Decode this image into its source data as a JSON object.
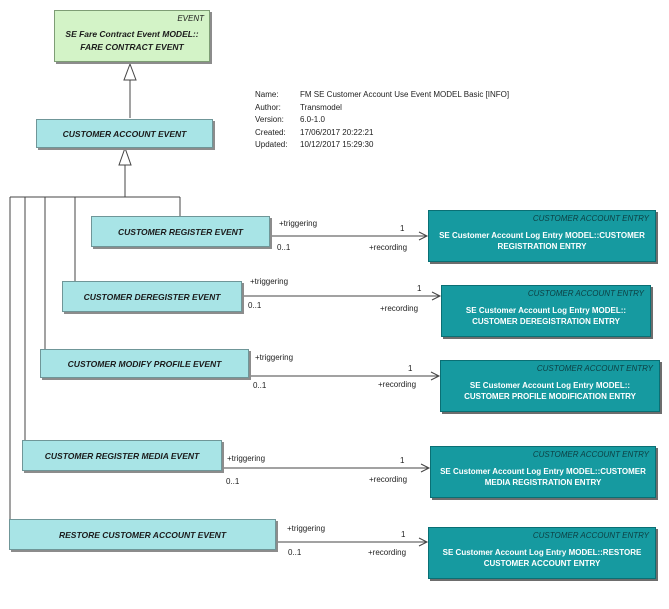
{
  "parent_class": {
    "stereotype": "EVENT",
    "title_line1": "SE Fare Contract Event MODEL::",
    "title_line2": "FARE CONTRACT EVENT"
  },
  "base_class": {
    "title": "CUSTOMER ACCOUNT EVENT"
  },
  "info": {
    "name_label": "Name:",
    "name": "FM SE Customer Account Use Event MODEL Basic [INFO]",
    "author_label": "Author:",
    "author": "Transmodel",
    "version_label": "Version:",
    "version": "6.0-1.0",
    "created_label": "Created:",
    "created": "17/06/2017 20:22:21",
    "updated_label": "Updated:",
    "updated": "10/12/2017 15:29:30"
  },
  "events": [
    {
      "title": "CUSTOMER REGISTER EVENT"
    },
    {
      "title": "CUSTOMER DEREGISTER EVENT"
    },
    {
      "title": "CUSTOMER MODIFY PROFILE EVENT"
    },
    {
      "title": "CUSTOMER REGISTER MEDIA EVENT"
    },
    {
      "title": "RESTORE CUSTOMER ACCOUNT EVENT"
    }
  ],
  "entries": [
    {
      "stereotype": "CUSTOMER ACCOUNT ENTRY",
      "title_line1": "SE Customer Account Log Entry MODEL::CUSTOMER",
      "title_line2": "REGISTRATION ENTRY"
    },
    {
      "stereotype": "CUSTOMER ACCOUNT ENTRY",
      "title_line1": "SE Customer Account Log Entry MODEL::",
      "title_line2": "CUSTOMER DEREGISTRATION ENTRY"
    },
    {
      "stereotype": "CUSTOMER ACCOUNT ENTRY",
      "title_line1": "SE Customer Account Log Entry MODEL::",
      "title_line2": "CUSTOMER PROFILE MODIFICATION ENTRY"
    },
    {
      "stereotype": "CUSTOMER ACCOUNT ENTRY",
      "title_line1": "SE Customer Account Log Entry MODEL::CUSTOMER",
      "title_line2": "MEDIA REGISTRATION ENTRY"
    },
    {
      "stereotype": "CUSTOMER ACCOUNT ENTRY",
      "title_line1": "SE Customer Account Log Entry MODEL::RESTORE",
      "title_line2": "CUSTOMER ACCOUNT ENTRY"
    }
  ],
  "associations": [
    {
      "source_role": "+triggering",
      "source_mult": "0..1",
      "target_role": "+recording",
      "target_mult": "1"
    },
    {
      "source_role": "+triggering",
      "source_mult": "0..1",
      "target_role": "+recording",
      "target_mult": "1"
    },
    {
      "source_role": "+triggering",
      "source_mult": "0..1",
      "target_role": "+recording",
      "target_mult": "1"
    },
    {
      "source_role": "+triggering",
      "source_mult": "0..1",
      "target_role": "+recording",
      "target_mult": "1"
    },
    {
      "source_role": "+triggering",
      "source_mult": "0..1",
      "target_role": "+recording",
      "target_mult": "1"
    }
  ]
}
